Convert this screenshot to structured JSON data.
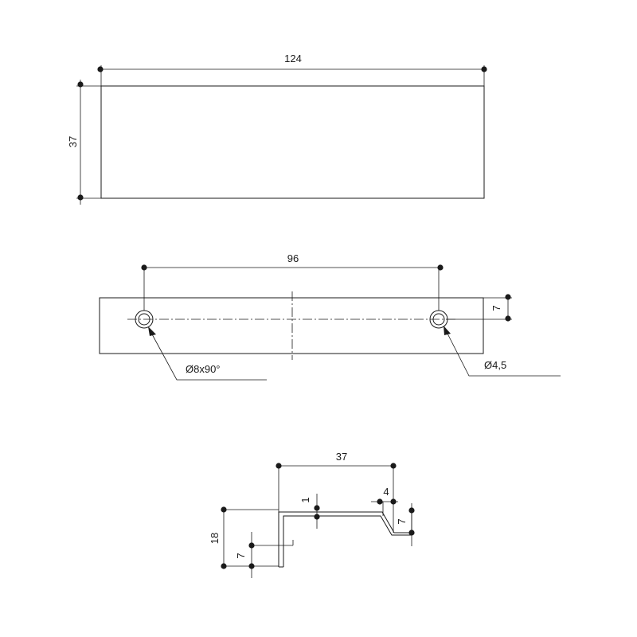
{
  "views": {
    "top": {
      "width_label": "124",
      "height_label": "37"
    },
    "front": {
      "hole_spacing_label": "96",
      "hole_offset_label": "7",
      "countersink_label": "Ø8x90°",
      "hole_label": "Ø4,5"
    },
    "side": {
      "width_label": "37",
      "height_label": "18",
      "lower_offset_label": "7",
      "thickness_label": "1",
      "lip_label": "4",
      "lip_height_label": "7"
    }
  }
}
